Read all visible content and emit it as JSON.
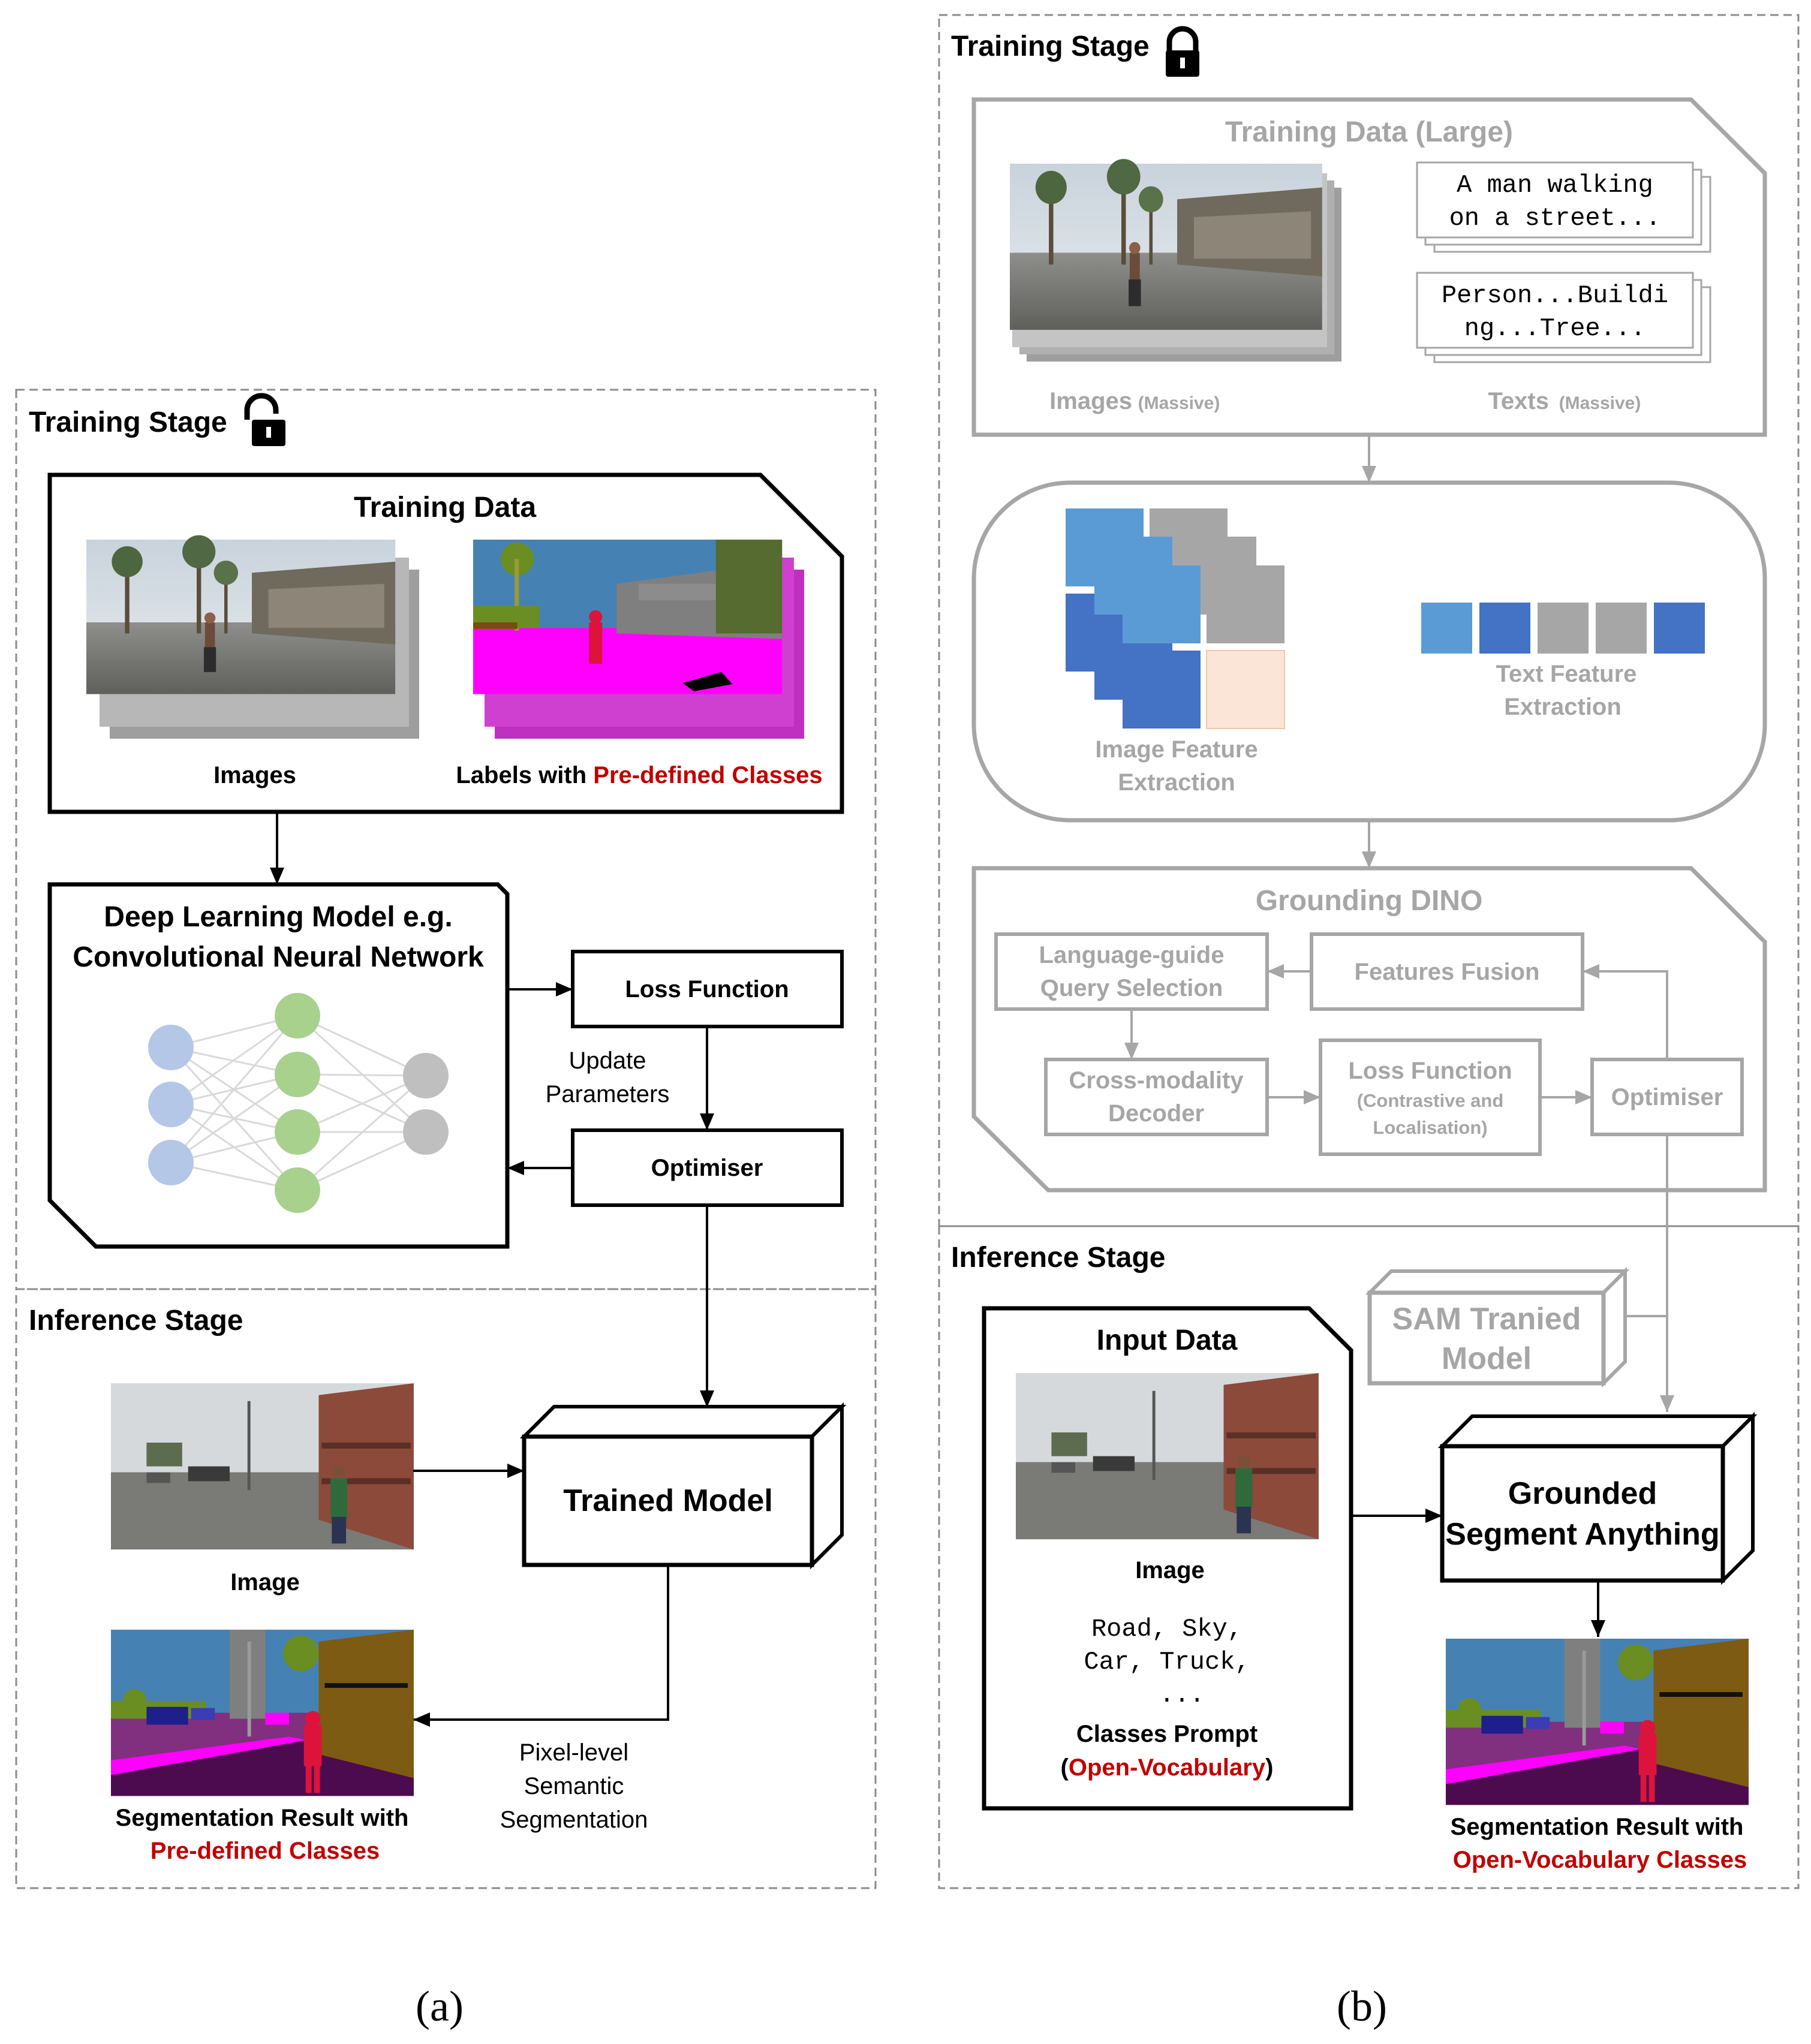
{
  "panel_a": {
    "training_stage": "Training Stage",
    "training_data_title": "Training Data",
    "images_label": "Images",
    "labels_prefix": "Labels with ",
    "labels_highlight": "Pre-defined Classes",
    "model_line1": "Deep Learning Model e.g.",
    "model_line2": "Convolutional Neural Network",
    "loss_function": "Loss Function",
    "update_line1": "Update",
    "update_line2": "Parameters",
    "optimiser": "Optimiser",
    "inference_stage": "Inference Stage",
    "image_label": "Image",
    "trained_model": "Trained Model",
    "pixel_line1": "Pixel-level",
    "pixel_line2": "Semantic",
    "pixel_line3": "Segmentation",
    "result_line1": "Segmentation Result with",
    "result_line2": "Pre-defined Classes",
    "caption": "(a)"
  },
  "panel_b": {
    "training_stage": "Training Stage",
    "training_data_title": "Training Data (Large)",
    "text_card1_line1": "A man walking",
    "text_card1_line2": "on a street...",
    "text_card2_line1": "Person...Buildi",
    "text_card2_line2": "ng...Tree...",
    "images_label": "Images",
    "images_sub": "(Massive)",
    "texts_label": "Texts",
    "texts_sub": "(Massive)",
    "text_feat_line1": "Text Feature",
    "text_feat_line2": "Extraction",
    "img_feat_line1": "Image Feature",
    "img_feat_line2": "Extraction",
    "grounding_dino": "Grounding DINO",
    "lang_line1": "Language-guide",
    "lang_line2": "Query Selection",
    "features_fusion": "Features Fusion",
    "cross_line1": "Cross-modality",
    "cross_line2": "Decoder",
    "loss_line1": "Loss Function",
    "loss_line2": "(Contrastive and",
    "loss_line3": "Localisation)",
    "optimiser": "Optimiser",
    "inference_stage": "Inference Stage",
    "sam_line1": "SAM Tranied",
    "sam_line2": "Model",
    "input_data": "Input Data",
    "image_label": "Image",
    "prompt_line1": "Road, Sky,",
    "prompt_line2": "Car, Truck,",
    "prompt_line3": "...",
    "classes_prompt": "Classes Prompt",
    "open_vocab_open": "(",
    "open_vocab": "Open-Vocabulary",
    "open_vocab_close": ")",
    "gsa_line1": "Grounded",
    "gsa_line2": "Segment Anything",
    "result_line1": "Segmentation Result with",
    "result_line2": "Open-Vocabulary Classes",
    "caption": "(b)"
  },
  "colors": {
    "highlight_red": "#c00000",
    "inactive_gray": "#a6a6a6",
    "blue_light": "#5b9bd5",
    "blue_dark": "#4472c4",
    "peach": "#fbe5d6",
    "node_blue": "#b4c7e7",
    "node_green": "#a9d18e",
    "node_gray": "#bfbfbf",
    "seg_magenta": "#ff00ff",
    "seg_purple": "#80307f"
  }
}
